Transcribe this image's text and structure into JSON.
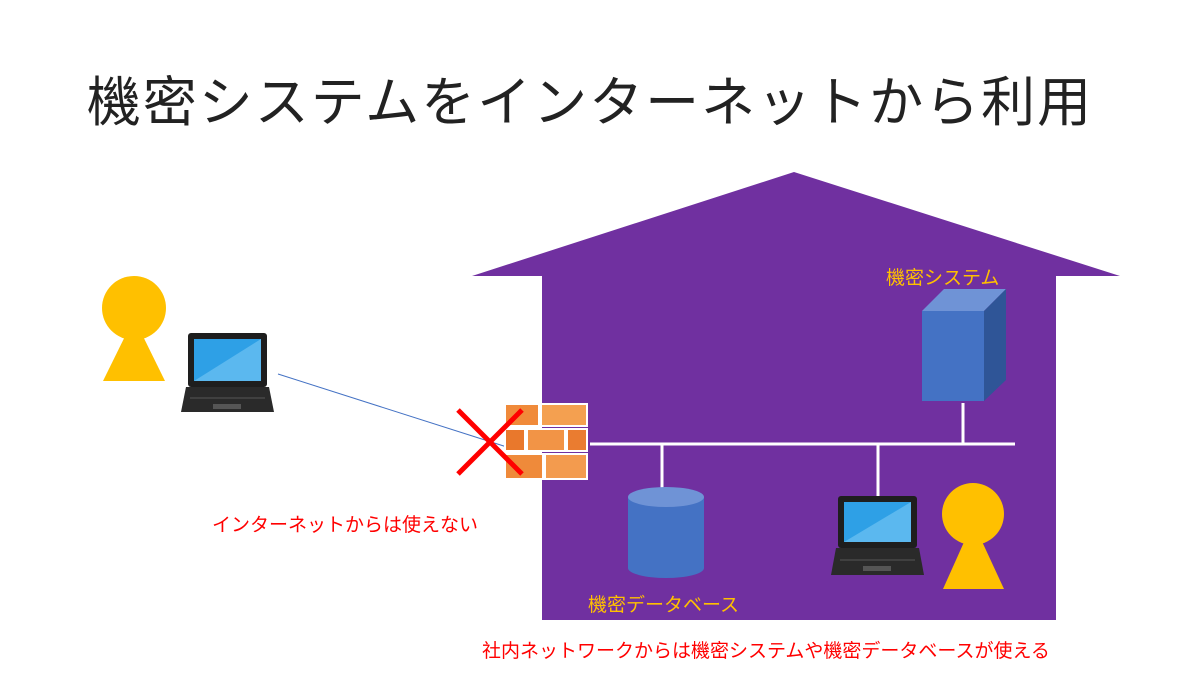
{
  "title": "機密システムをインターネットから利用",
  "labels": {
    "confidential_system": "機密システム",
    "confidential_database": "機密データベース",
    "blocked_note": "インターネットからは使えない",
    "internal_note": "社内ネットワークからは機密システムや機密データベースが使える"
  },
  "colors": {
    "house": "#7030a0",
    "label_yellow": "#ffc000",
    "note_red": "#ff0000",
    "person": "#ffc000",
    "server": "#4472c4",
    "line_white": "#ffffff",
    "link_blue": "#4472c4",
    "cross_red": "#ff0000"
  },
  "icons": [
    "person-icon",
    "laptop-icon",
    "firewall-icon",
    "blocked-x-icon",
    "server-icon",
    "database-icon"
  ]
}
